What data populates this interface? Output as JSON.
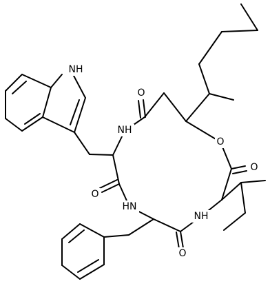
{
  "structure": {
    "background_color": "#ffffff",
    "line_color": "#000000",
    "atom_labels": {
      "indole_nh": "NH",
      "trp_nh": "NH",
      "phe_nh": "HN",
      "ile_nh": "NH",
      "ester_o": "O",
      "amide_o_top": "O",
      "amide_o_left": "O",
      "amide_o_bottom": "O",
      "ester_co_o": "O"
    }
  }
}
